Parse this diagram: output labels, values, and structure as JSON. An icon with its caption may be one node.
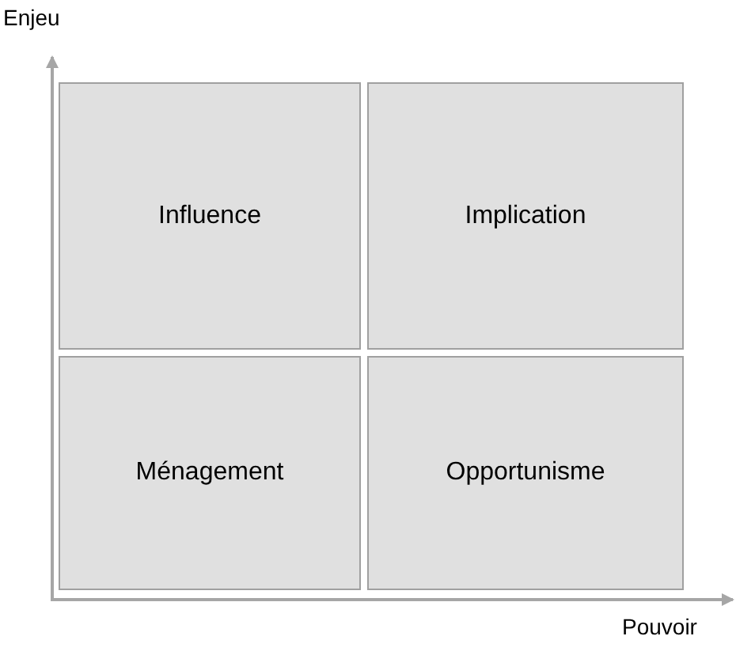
{
  "diagram": {
    "nodes": [
      {
        "text": [
          "Influence"
        ]
      },
      {
        "text": [
          "Implication"
        ]
      },
      {
        "text": [
          "Ménagement"
        ]
      },
      {
        "text": [
          "Opportunisme"
        ]
      }
    ],
    "labels": [
      "Enjeu",
      "Pouvoir"
    ]
  }
}
